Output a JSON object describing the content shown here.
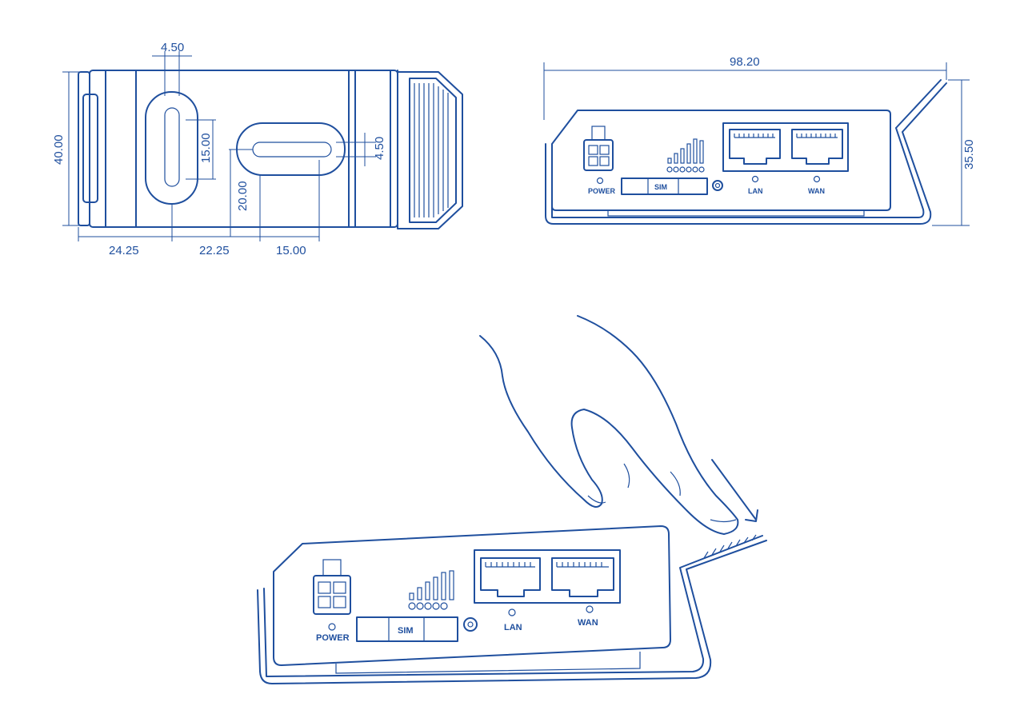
{
  "colors": {
    "line": "#1f4f9e",
    "background": "#ffffff"
  },
  "top_view": {
    "dim_slot_width": "4.50",
    "dim_height": "40.00",
    "dim_slot_length": "15.00",
    "dim_slot_offset": "20.00",
    "dim_slot2_width": "4.50",
    "dim_left": "24.25",
    "dim_mid": "22.25",
    "dim_right": "15.00"
  },
  "front_view": {
    "dim_width": "98.20",
    "dim_height": "35.50",
    "power_label": "POWER",
    "sim_label": "SIM",
    "lan_label": "LAN",
    "wan_label": "WAN"
  },
  "install_view": {
    "power_label": "POWER",
    "sim_label": "SIM",
    "lan_label": "LAN",
    "wan_label": "WAN"
  }
}
